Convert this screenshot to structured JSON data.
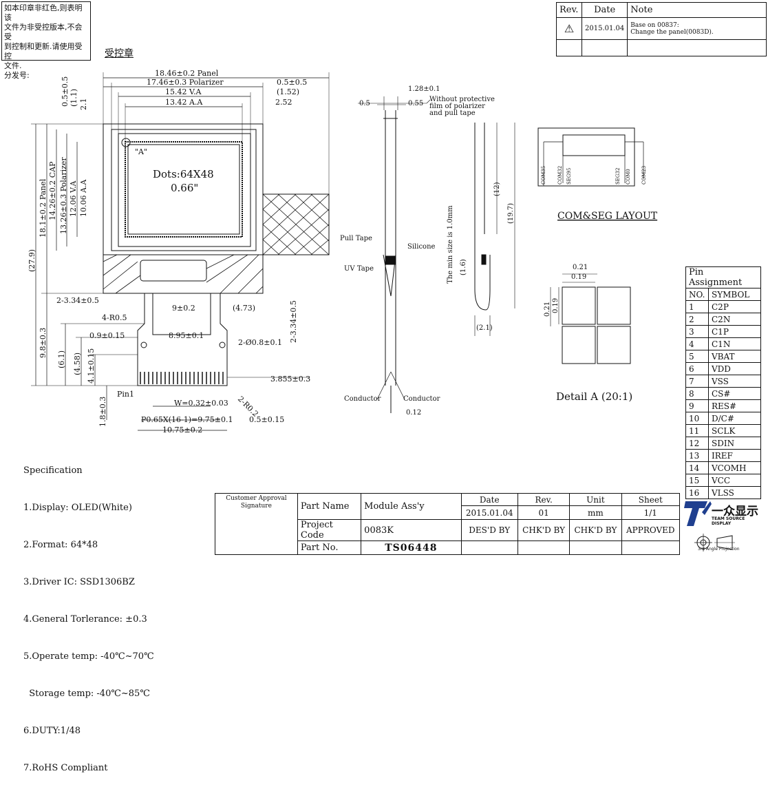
{
  "notice": {
    "lines": [
      "如本印章非红色,则表明该",
      "文件为非受控版本,不会受",
      "到控制和更新.请使用受控",
      "文件.",
      "分发号:"
    ],
    "stamp": "受控章"
  },
  "revision_table": {
    "headers": [
      "Rev.",
      "Date",
      "Note"
    ],
    "rows": [
      {
        "rev": "⚠",
        "date": "2015.01.04",
        "note_line1": "Base on 00837:",
        "note_line2": "Change the panel(0083D)."
      }
    ]
  },
  "front_view": {
    "dims_top": [
      "18.46±0.2 Panel",
      "17.46±0.3 Polarizer",
      "15.42 V.A",
      "13.42 A.A",
      "0.5±0.5",
      "(1.52)",
      "2.52"
    ],
    "dims_left": [
      "0.5±0.5",
      "(1.1)",
      "2.1",
      "18.1±0.2 Panel",
      "14.26±0.2 CAP",
      "13.26±0.3 Polarizer",
      "12.06 V.A",
      "10.06 A.A",
      "(27.9)",
      "9.8±0.3",
      "(6.1)",
      "(4.58)",
      "4.1±0.15",
      "1.8±0.3"
    ],
    "dims_mid": [
      "2-3.34±0.5",
      "9±0.2",
      "(4.73)",
      "4-R0.5",
      "0.9±0.15",
      "8.95±0.1",
      "2-Ø0.8±0.1",
      "3.855±0.3",
      "W=0.32±0.03",
      "2-R0.2",
      "P0.65X(16-1)=9.75±0.1",
      "0.5±0.15",
      "10.75±0.2",
      "2-3.34±0.5"
    ],
    "detail_marker": "\"A\"",
    "dots": "Dots:64X48",
    "size": "0.66\"",
    "pin1": "Pin1"
  },
  "side_view": {
    "labels": [
      "1.28±0.1",
      "0.5",
      "0.55",
      "Without protective",
      "film of polarizer",
      "and pull tape",
      "Pull Tape",
      "Silicone",
      "UV Tape",
      "The min size is 1.0mm",
      "(1.6)",
      "Conductor",
      "Conductor",
      "0.12",
      "(12)",
      "(19.7)",
      "(2.1)"
    ]
  },
  "com_seg": {
    "title": "COM&SEG LAYOUT",
    "labels": [
      "COM35",
      "COM32",
      "SEG95",
      "SEG32",
      "COM0",
      "COM23"
    ]
  },
  "detail_a": {
    "title": "Detail A (20:1)",
    "dims": [
      "0.21",
      "0.19",
      "0.21",
      "0.19"
    ]
  },
  "pin_assignment": {
    "title": "Pin Assignment",
    "headers": [
      "NO.",
      "SYMBOL"
    ],
    "rows": [
      [
        "1",
        "C2P"
      ],
      [
        "2",
        "C2N"
      ],
      [
        "3",
        "C1P"
      ],
      [
        "4",
        "C1N"
      ],
      [
        "5",
        "VBAT"
      ],
      [
        "6",
        "VDD"
      ],
      [
        "7",
        "VSS"
      ],
      [
        "8",
        "CS#"
      ],
      [
        "9",
        "RES#"
      ],
      [
        "10",
        "D/C#"
      ],
      [
        "11",
        "SCLK"
      ],
      [
        "12",
        "SDIN"
      ],
      [
        "13",
        "IREF"
      ],
      [
        "14",
        "VCOMH"
      ],
      [
        "15",
        "VCC"
      ],
      [
        "16",
        "VLSS"
      ]
    ]
  },
  "specification": {
    "title": "Specification",
    "lines": [
      "1.Display: OLED(White)",
      "2.Format: 64*48",
      "3.Driver IC: SSD1306BZ",
      "4.General Torlerance: ±0.3",
      "5.Operate temp: -40℃~70℃",
      "  Storage temp: -40℃~85℃",
      "6.DUTY:1/48",
      "7.RoHS Compliant"
    ]
  },
  "title_block": {
    "customer_approval": "Customer Approval",
    "signature": "Signature",
    "part_name_label": "Part Name",
    "part_name": "Module Ass'y",
    "project_code_label": "Project Code",
    "project_code": "0083K",
    "part_no_label": "Part No.",
    "part_no": "TS06448",
    "headers": [
      "Date",
      "Rev.",
      "Unit",
      "Sheet"
    ],
    "values": [
      "2015.01.04",
      "01",
      "mm",
      "1/1"
    ],
    "roles": [
      "DES'D BY",
      "CHK'D BY",
      "CHK'D BY",
      "APPROVED"
    ],
    "logo_text": "一众显示",
    "logo_sub": "TEAM SOURCE DISPLAY",
    "projection": "3rd Angle Projection"
  },
  "colors": {
    "ink": "#111111",
    "logo_blue": "#1f3f8f"
  }
}
